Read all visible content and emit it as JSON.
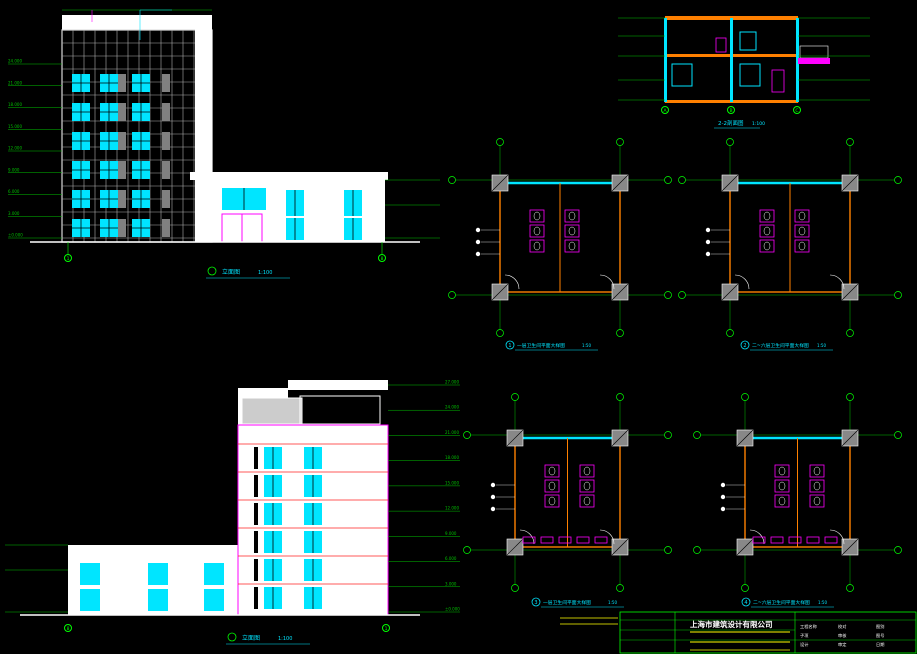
{
  "sheet": {
    "background": "#000000",
    "colors": {
      "dimension": "#00c000",
      "wall": "#ffffff",
      "glass": "#00e5ff",
      "annotation": "#ff00ff",
      "level_line": "#ff2020",
      "grid_bubble": "#00ff00",
      "title_block": "#00ff00",
      "highlight": "#ffff00",
      "column": "#808080"
    }
  },
  "elevations": {
    "front": {
      "title": "立面图",
      "scale": "1:100",
      "levels": [
        "24.000",
        "21.000",
        "18.000",
        "15.000",
        "12.000",
        "9.000",
        "6.000",
        "3.000",
        "±0.000"
      ],
      "grid_left": "1",
      "grid_right": "8"
    },
    "rear": {
      "title": "立面图",
      "scale": "1:100",
      "levels": [
        "27.000",
        "24.000",
        "21.000",
        "18.000",
        "15.000",
        "12.000",
        "9.000",
        "6.000",
        "3.000",
        "±0.000"
      ],
      "grid_left": "8",
      "grid_right": "1"
    }
  },
  "section": {
    "title": "2-2剖面图",
    "scale": "1:100",
    "grids": [
      "A",
      "B",
      "C"
    ]
  },
  "toilet_plans": [
    {
      "number": "1",
      "title": "一层卫生间平面大样图",
      "scale": "1:50"
    },
    {
      "number": "2",
      "title": "二~六层卫生间平面大样图",
      "scale": "1:50"
    },
    {
      "number": "3",
      "title": "一层卫生间平面大样图",
      "scale": "1:50"
    },
    {
      "number": "4",
      "title": "二~六层卫生间平面大样图",
      "scale": "1:50"
    }
  ],
  "title_block": {
    "company": "上海市建筑设计有限公司",
    "fields": [
      "工程名称",
      "子项",
      "设计",
      "校对",
      "审核",
      "审定",
      "图别",
      "图号",
      "日期"
    ]
  }
}
